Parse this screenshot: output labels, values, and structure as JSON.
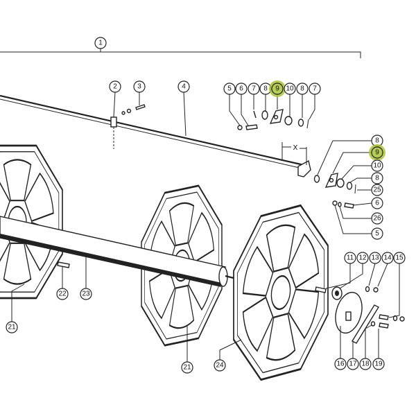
{
  "diagram": {
    "callouts": {
      "c1": "1",
      "c2": "2",
      "c3": "3",
      "c4": "4",
      "top_5": "5",
      "top_6": "6",
      "top_7a": "7",
      "top_8a": "8",
      "top_9": "9",
      "top_10": "10",
      "top_8b": "8",
      "top_7b": "7",
      "r_8a": "8",
      "r_9": "9",
      "r_10": "10",
      "r_8b": "8",
      "r_25": "25",
      "r_6": "6",
      "r_26": "26",
      "r_5": "5",
      "c11": "11",
      "c12": "12",
      "c13": "13",
      "c14": "14",
      "c15": "15",
      "c16": "16",
      "c17": "17",
      "c18": "18",
      "c19": "19",
      "c22": "22",
      "c23": "23",
      "c21a": "21",
      "c21b": "21",
      "c24": "24"
    },
    "dimension_label": "X",
    "highlight_color": "#a8c43a"
  }
}
